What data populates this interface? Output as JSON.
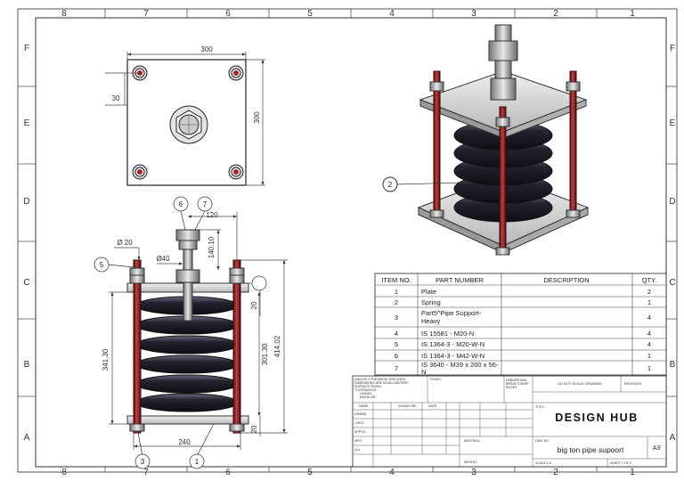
{
  "frame": {
    "columns": [
      "8",
      "7",
      "6",
      "5",
      "4",
      "3",
      "2",
      "1"
    ],
    "rows": [
      "F",
      "E",
      "D",
      "C",
      "B",
      "A"
    ]
  },
  "top_view": {
    "width_dim": "300",
    "height_dim": "300",
    "offset_dim": "30"
  },
  "front_view": {
    "rod_dia": "Ø 20",
    "stud_dia": "Ø40",
    "dim_120": "120",
    "dim_140": "140.10",
    "dim_20_top": "20",
    "dim_341": "341.30",
    "dim_301": "301.30",
    "dim_414": "414.02",
    "dim_20_bottom": "20",
    "dim_240": "240"
  },
  "balloons": {
    "b1": "1",
    "b2": "2",
    "b3": "3",
    "b5": "5",
    "b6": "6",
    "b7": "7"
  },
  "bom": {
    "headers": {
      "item": "ITEM NO.",
      "part": "PART NUMBER",
      "desc": "DESCRIPTION",
      "qty": "QTY."
    },
    "rows": [
      {
        "item": "1",
        "part": "Plate",
        "qty": "2"
      },
      {
        "item": "2",
        "part": "Spring",
        "qty": "1"
      },
      {
        "item": "3",
        "part": "Part5^Pipe Support-",
        "part2": "Heavy",
        "qty": "4"
      },
      {
        "item": "4",
        "part": "IS 15581 - M20-N",
        "qty": "4"
      },
      {
        "item": "5",
        "part": "IS 1364-3 - M20-W-N",
        "qty": "4"
      },
      {
        "item": "6",
        "part": "IS 1364-3 - M42-W-N",
        "qty": "1"
      },
      {
        "item": "7",
        "part": "IS 3640 - M39 x 200 x 56-",
        "part2": "N",
        "qty": "1"
      }
    ]
  },
  "title_block": {
    "unless": [
      "UNLESS OTHERWISE SPECIFIED:",
      "DIMENSIONS ARE IN MILLIMETERS",
      "SURFACE FINISH:",
      "TOLERANCES:",
      "LINEAR:",
      "ANGULAR:"
    ],
    "finish": "FINISH:",
    "deburr": [
      "DEBURR AND",
      "BREAK SHARP",
      "EDGES"
    ],
    "do_not_scale": "DO NOT SCALE DRAWING",
    "revision": "REVISION",
    "cols": {
      "name": "NAME",
      "signature": "SIGNATURE",
      "date": "DATE"
    },
    "roles": [
      "DRAWN",
      "CHK'D",
      "APPV'D",
      "MFG",
      "Q.A"
    ],
    "title_label": "TITLE:",
    "company": "DESIGN HUB",
    "material": "MATERIAL:",
    "dwg_no": "DWG NO.",
    "drawing_title": "big ton pipe supoort",
    "size": "A3",
    "weight": "WEIGHT:",
    "scale": "SCALE:1:5",
    "sheet": "SHEET 1 OF 2"
  }
}
